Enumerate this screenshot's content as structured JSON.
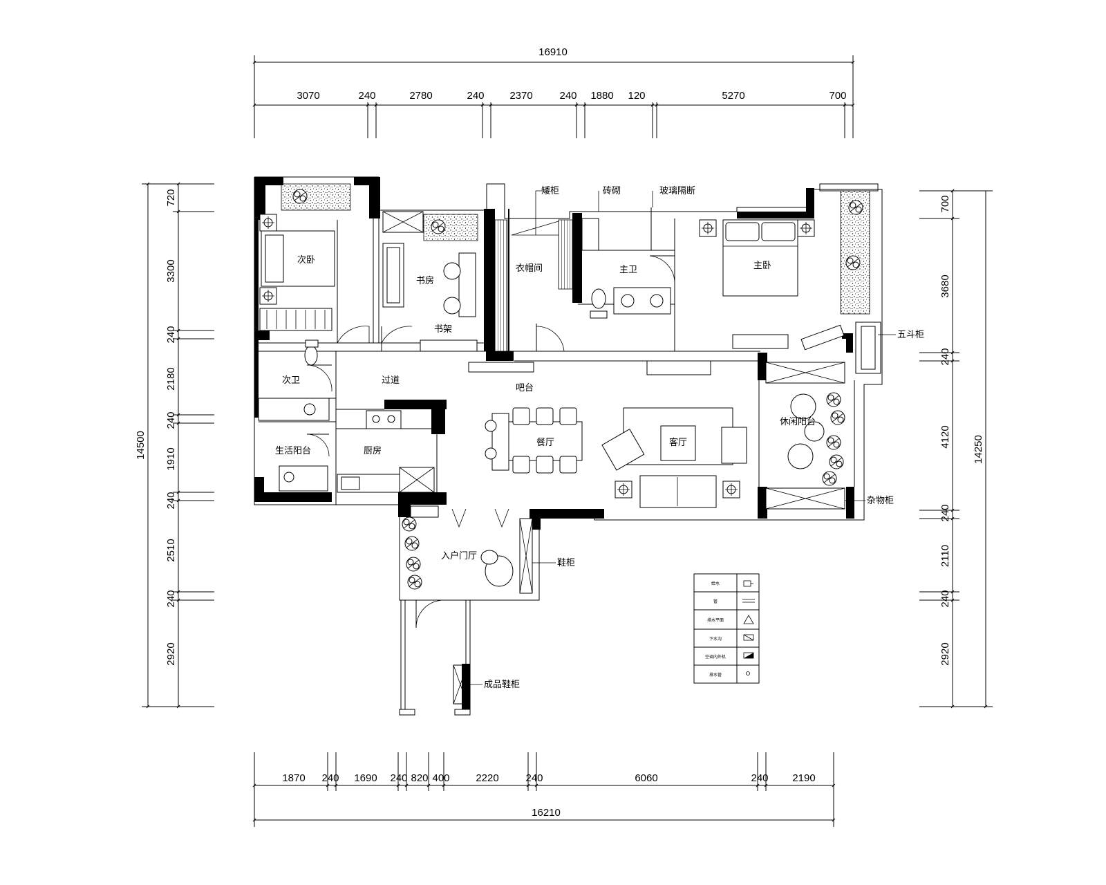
{
  "dimensions": {
    "top_total": "16910",
    "top": [
      "3070",
      "240",
      "2780",
      "240",
      "2370",
      "240",
      "1880",
      "120",
      "5270",
      "700"
    ],
    "bottom": [
      "1870",
      "240",
      "1690",
      "240",
      "820",
      "400",
      "2220",
      "240",
      "6060",
      "240",
      "2190"
    ],
    "bottom_total": "16210",
    "left_total": "14500",
    "left": [
      "720",
      "3300",
      "240",
      "2180",
      "240",
      "1910",
      "240",
      "2510",
      "240",
      "2920"
    ],
    "right": [
      "700",
      "3680",
      "240",
      "4120",
      "240",
      "2110",
      "240",
      "2920"
    ],
    "right_total": "14250"
  },
  "rooms": {
    "second_bedroom": "次卧",
    "study": "书房",
    "bookshelf": "书架",
    "cloakroom": "衣帽间",
    "master_bath": "主卫",
    "master_bedroom": "主卧",
    "second_bath": "次卫",
    "corridor": "过道",
    "bar": "吧台",
    "dining": "餐厅",
    "living": "客厅",
    "leisure_balcony": "休闲阳台",
    "kitchen": "厨房",
    "utility_balcony": "生活阳台",
    "entry_hall": "入户门厅"
  },
  "callouts": {
    "low_cabinet": "矮柜",
    "brick_wall": "砖砌",
    "glass_partition": "玻璃隔断",
    "five_drawer": "五斗柜",
    "storage_cabinet": "杂物柜",
    "shoe_cabinet": "鞋柜",
    "finished_shoe_cabinet": "成品鞋柜"
  },
  "legend": [
    "给水",
    "管",
    "排水平面",
    "下水沟",
    "空调内外机",
    "排水管"
  ],
  "legend_icons": [
    "tap-icon",
    "pipe-icon",
    "floor-drain-icon",
    "gutter-icon",
    "ac-unit-icon",
    "drain-pipe-icon"
  ]
}
